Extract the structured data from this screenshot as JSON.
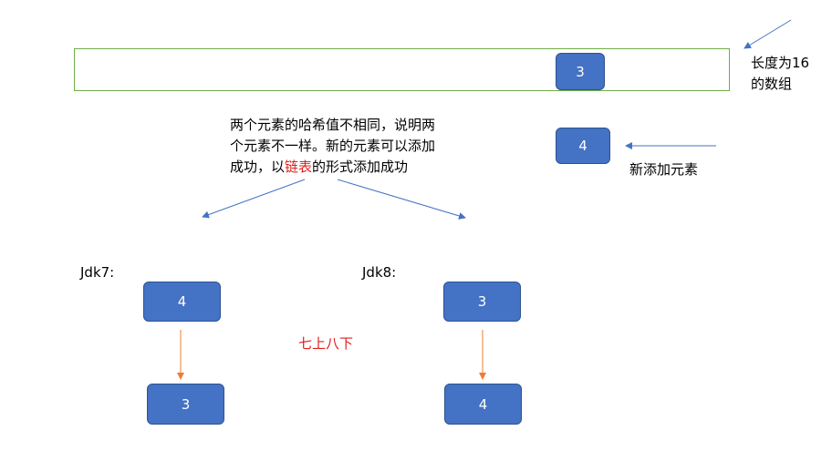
{
  "array": {
    "label_line1": "长度为16",
    "label_line2": "的数组",
    "existing_value": "3"
  },
  "new_element": {
    "value": "4",
    "label": "新添加元素"
  },
  "explanation": {
    "line1": "两个元素的哈希值不相同，说明两",
    "line2": "个元素不一样。新的元素可以添加",
    "line3_prefix": "成功，以",
    "line3_highlight": "链表",
    "line3_suffix": "的形式添加成功"
  },
  "jdk7": {
    "label": "Jdk7:",
    "top_value": "4",
    "bottom_value": "3"
  },
  "jdk8": {
    "label": "Jdk8:",
    "top_value": "3",
    "bottom_value": "4"
  },
  "mnemonic": "七上八下",
  "colors": {
    "node_fill": "#4472c4",
    "array_border": "#70ad47",
    "blue_arrow": "#4472c4",
    "orange_arrow": "#ed7d31",
    "highlight_red": "#e02020"
  }
}
